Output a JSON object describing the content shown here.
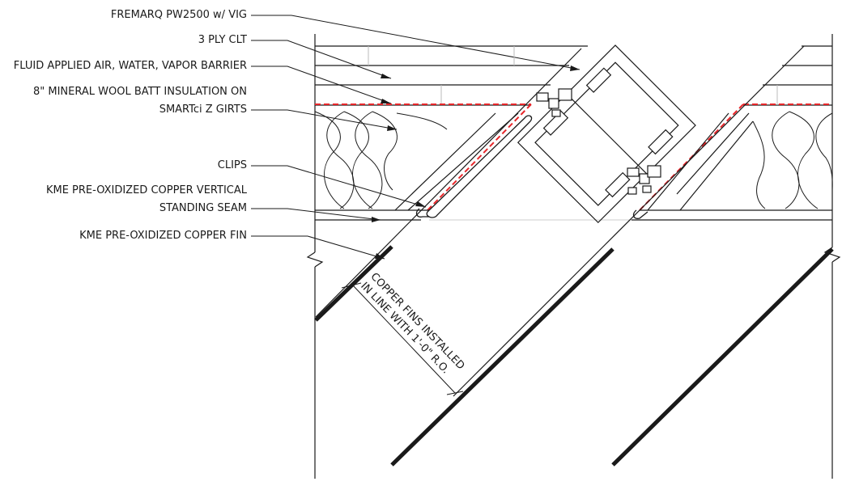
{
  "callouts": [
    {
      "id": "fremarq",
      "lines": [
        "FREMARQ PW2500 w/ VIG"
      ]
    },
    {
      "id": "clt",
      "lines": [
        "3 PLY CLT"
      ]
    },
    {
      "id": "barrier",
      "lines": [
        "FLUID APPLIED AIR, WATER, VAPOR BARRIER"
      ]
    },
    {
      "id": "insulation",
      "lines": [
        "8\" MINERAL WOOL BATT INSULATION ON",
        "SMARTci Z GIRTS"
      ]
    },
    {
      "id": "clips",
      "lines": [
        "CLIPS"
      ]
    },
    {
      "id": "seam",
      "lines": [
        "KME PRE-OXIDIZED COPPER VERTICAL",
        "STANDING SEAM"
      ]
    },
    {
      "id": "fin",
      "lines": [
        "KME PRE-OXIDIZED COPPER FIN"
      ]
    }
  ],
  "dimension_note": {
    "lines": [
      "COPPER FINS INSTALLED",
      "IN LINE WITH  1'-0\" R.O."
    ]
  },
  "colors": {
    "line": "#1a1a1a",
    "barrier": "#e8262a"
  }
}
